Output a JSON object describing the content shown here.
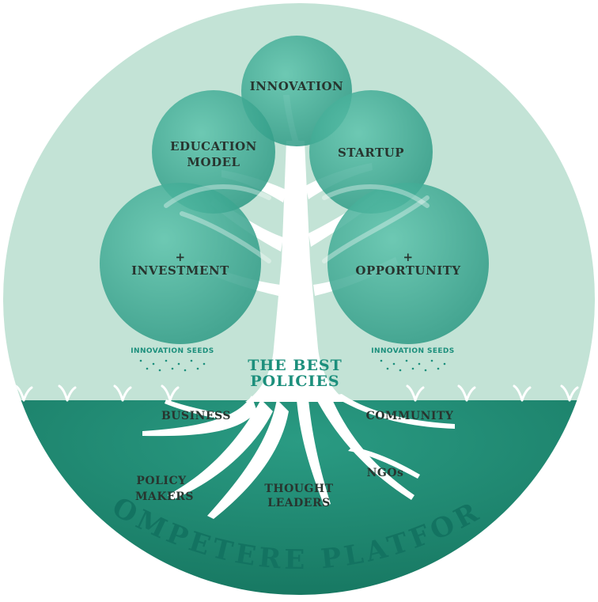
{
  "diagram": {
    "bubbles": [
      {
        "id": "innovation",
        "lines": [
          "INNOVATION",
          ""
        ]
      },
      {
        "id": "education-model",
        "lines": [
          "EDUCATION",
          "MODEL"
        ]
      },
      {
        "id": "startup",
        "lines": [
          "STARTUP",
          ""
        ]
      },
      {
        "id": "investment",
        "lines": [
          "+",
          "INVESTMENT"
        ]
      },
      {
        "id": "opportunity",
        "lines": [
          "+",
          "OPPORTUNITY"
        ]
      }
    ],
    "seeds": {
      "left": "INNOVATION SEEDS",
      "right": "INNOVATION SEEDS"
    },
    "trunk_title": {
      "line1": "THE BEST",
      "line2": "POLICIES"
    },
    "roots": {
      "business": "BUSINESS",
      "community": "COMMUNITY",
      "policy_makers": {
        "line1": "POLICY",
        "line2": "MAKERS"
      },
      "thought_leaders": {
        "line1": "THOUGHT",
        "line2": "LEADERS"
      },
      "ngos": "NGOs"
    },
    "platform": "COMPETERE PLATFORM",
    "colors": {
      "sky": "#c3e3d6",
      "ground": "#1f8b75",
      "ground_dark": "#157560",
      "bubble": "#3aa792",
      "tree": "#ffffff",
      "accent_text": "#1c8f7c",
      "dark_text": "#28352f"
    }
  }
}
